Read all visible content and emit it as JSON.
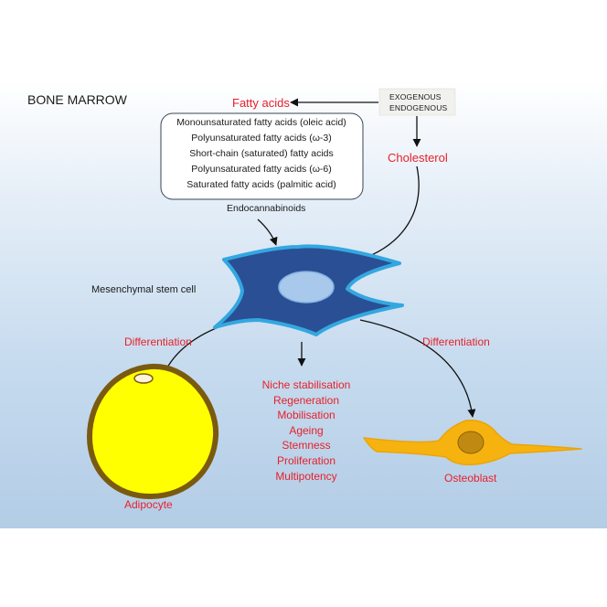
{
  "labels": {
    "bone_marrow": "BONE MARROW",
    "fatty_acids": "Fatty acids",
    "exogenous": "EXOGENOUS",
    "endogenous": "ENDOGENOUS",
    "cholesterol": "Cholesterol",
    "endocannabinoids": "Endocannabinoids",
    "mesenchymal_stem_cell": "Mesenchymal stem cell",
    "differentiation_left": "Differentiation",
    "differentiation_right": "Differentiation",
    "adipocyte": "Adipocyte",
    "osteoblast": "Osteoblast"
  },
  "fatty_acid_list": [
    "Monounsaturated fatty acids (oleic acid)",
    "Polyunsaturated fatty acids (ω-3)",
    "Short-chain (saturated) fatty acids",
    "Polyunsaturated fatty acids (ω-6)",
    "Saturated fatty acids (palmitic acid)"
  ],
  "functions": [
    "Niche stabilisation",
    "Regeneration",
    "Mobilisation",
    "Ageing",
    "Stemness",
    "Proliferation",
    "Multipotency"
  ],
  "colors": {
    "accent_red": "#e8202a",
    "cell_fill": "#2a4f94",
    "cell_outline": "#33a7e0",
    "nucleus": "#a8c8ec",
    "adipocyte_fill": "#ffff00",
    "adipocyte_rim": "#7a5a10",
    "osteoblast_fill": "#f6b30f",
    "osteoblast_nucleus": "#c08a12"
  }
}
